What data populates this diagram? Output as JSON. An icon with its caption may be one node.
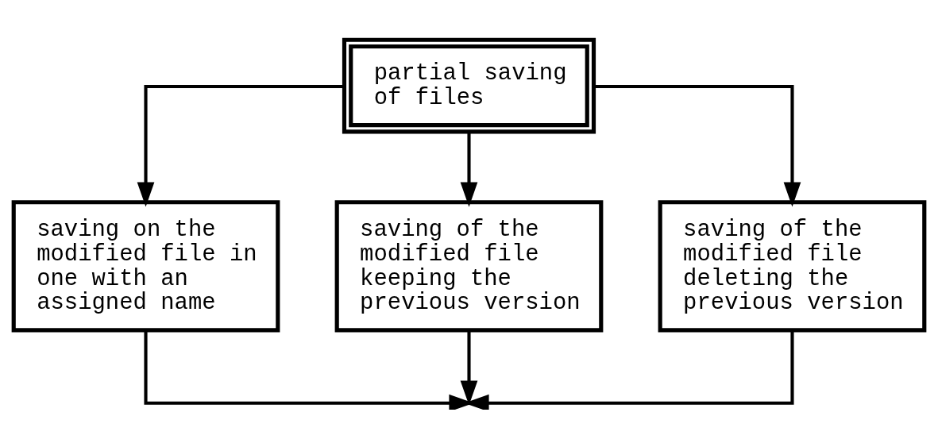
{
  "diagram": {
    "nodes": [
      {
        "text": [
          "partial saving of files"
        ]
      },
      {
        "text": [
          "saving on the modified file in one with an assigned name"
        ]
      },
      {
        "text": [
          "saving of the modified file keeping the previous version"
        ]
      },
      {
        "text": [
          "saving of the modified file deleting the previous version"
        ]
      }
    ],
    "edges": [
      {
        "from": 0,
        "to": 1,
        "arrow": "to"
      },
      {
        "from": 0,
        "to": 2,
        "arrow": "to"
      },
      {
        "from": 0,
        "to": 3,
        "arrow": "to"
      },
      {
        "from": 1,
        "to": null,
        "arrow": "to"
      },
      {
        "from": 2,
        "to": null,
        "arrow": "to"
      },
      {
        "from": 3,
        "to": null,
        "arrow": "to"
      }
    ]
  }
}
